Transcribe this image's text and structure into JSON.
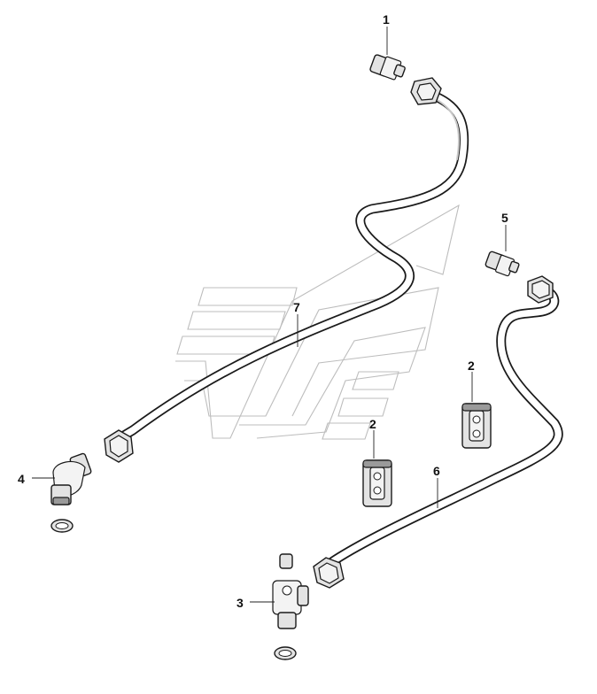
{
  "diagram": {
    "callouts": [
      {
        "id": "callout-1",
        "label": "1"
      },
      {
        "id": "callout-2a",
        "label": "2"
      },
      {
        "id": "callout-2b",
        "label": "2"
      },
      {
        "id": "callout-3",
        "label": "3"
      },
      {
        "id": "callout-4",
        "label": "4"
      },
      {
        "id": "callout-5",
        "label": "5"
      },
      {
        "id": "callout-6",
        "label": "6"
      },
      {
        "id": "callout-7",
        "label": "7"
      }
    ]
  }
}
